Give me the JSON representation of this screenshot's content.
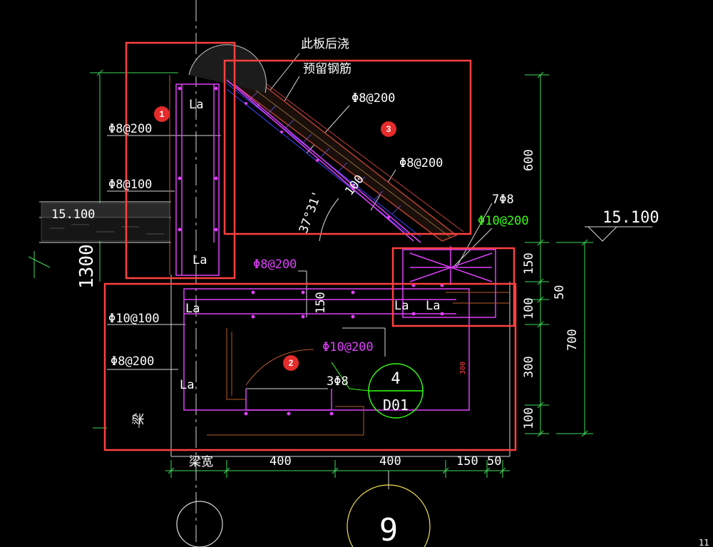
{
  "drawing": {
    "top_note_1": "此板后浇",
    "top_note_2": "预留钢筋",
    "badges": [
      "1",
      "2",
      "3"
    ],
    "labels": {
      "la": "La",
      "phi8_200": "Φ8@200",
      "phi8_100": "Φ8@100",
      "phi10_100": "Φ10@100",
      "phi10_200": "Φ10@200",
      "seven_phi8": "7Φ8",
      "three_phi8": "3Φ8",
      "elev": "15.100",
      "angle": "37°31'",
      "dim_100": "100",
      "dim_1300": "1300",
      "beam": "梁",
      "beam_width": "梁宽"
    },
    "dims_right": {
      "d600": "600",
      "d150": "150",
      "d50": "50",
      "d100a": "100",
      "d300": "300",
      "d100b": "100",
      "d700": "700",
      "d300r": "300"
    },
    "dims_bottom": {
      "d400a": "400",
      "d400b": "400",
      "d150": "150",
      "d50": "50"
    },
    "detail_bubble": {
      "num": "4",
      "ref": "D01"
    },
    "axis_bubble": "9",
    "corner": "11"
  }
}
